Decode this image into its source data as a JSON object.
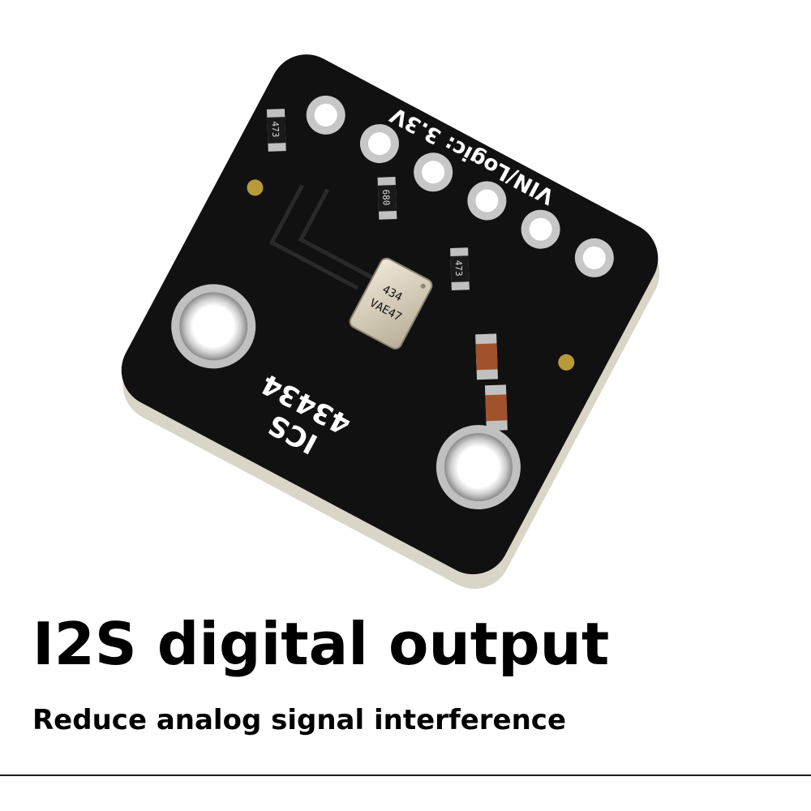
{
  "headline": "I2S digital output",
  "subline": "Reduce analog signal interference",
  "board": {
    "silkscreen_voltage": "VIN/Logic: 3.3V",
    "silkscreen_model_line1": "ICS",
    "silkscreen_model_line2": "43434",
    "mic_marking_line1": "434",
    "mic_marking_line2": "VAE47",
    "resistor_marking_a": "473",
    "resistor_marking_b": "680",
    "resistor_marking_c": "473"
  }
}
